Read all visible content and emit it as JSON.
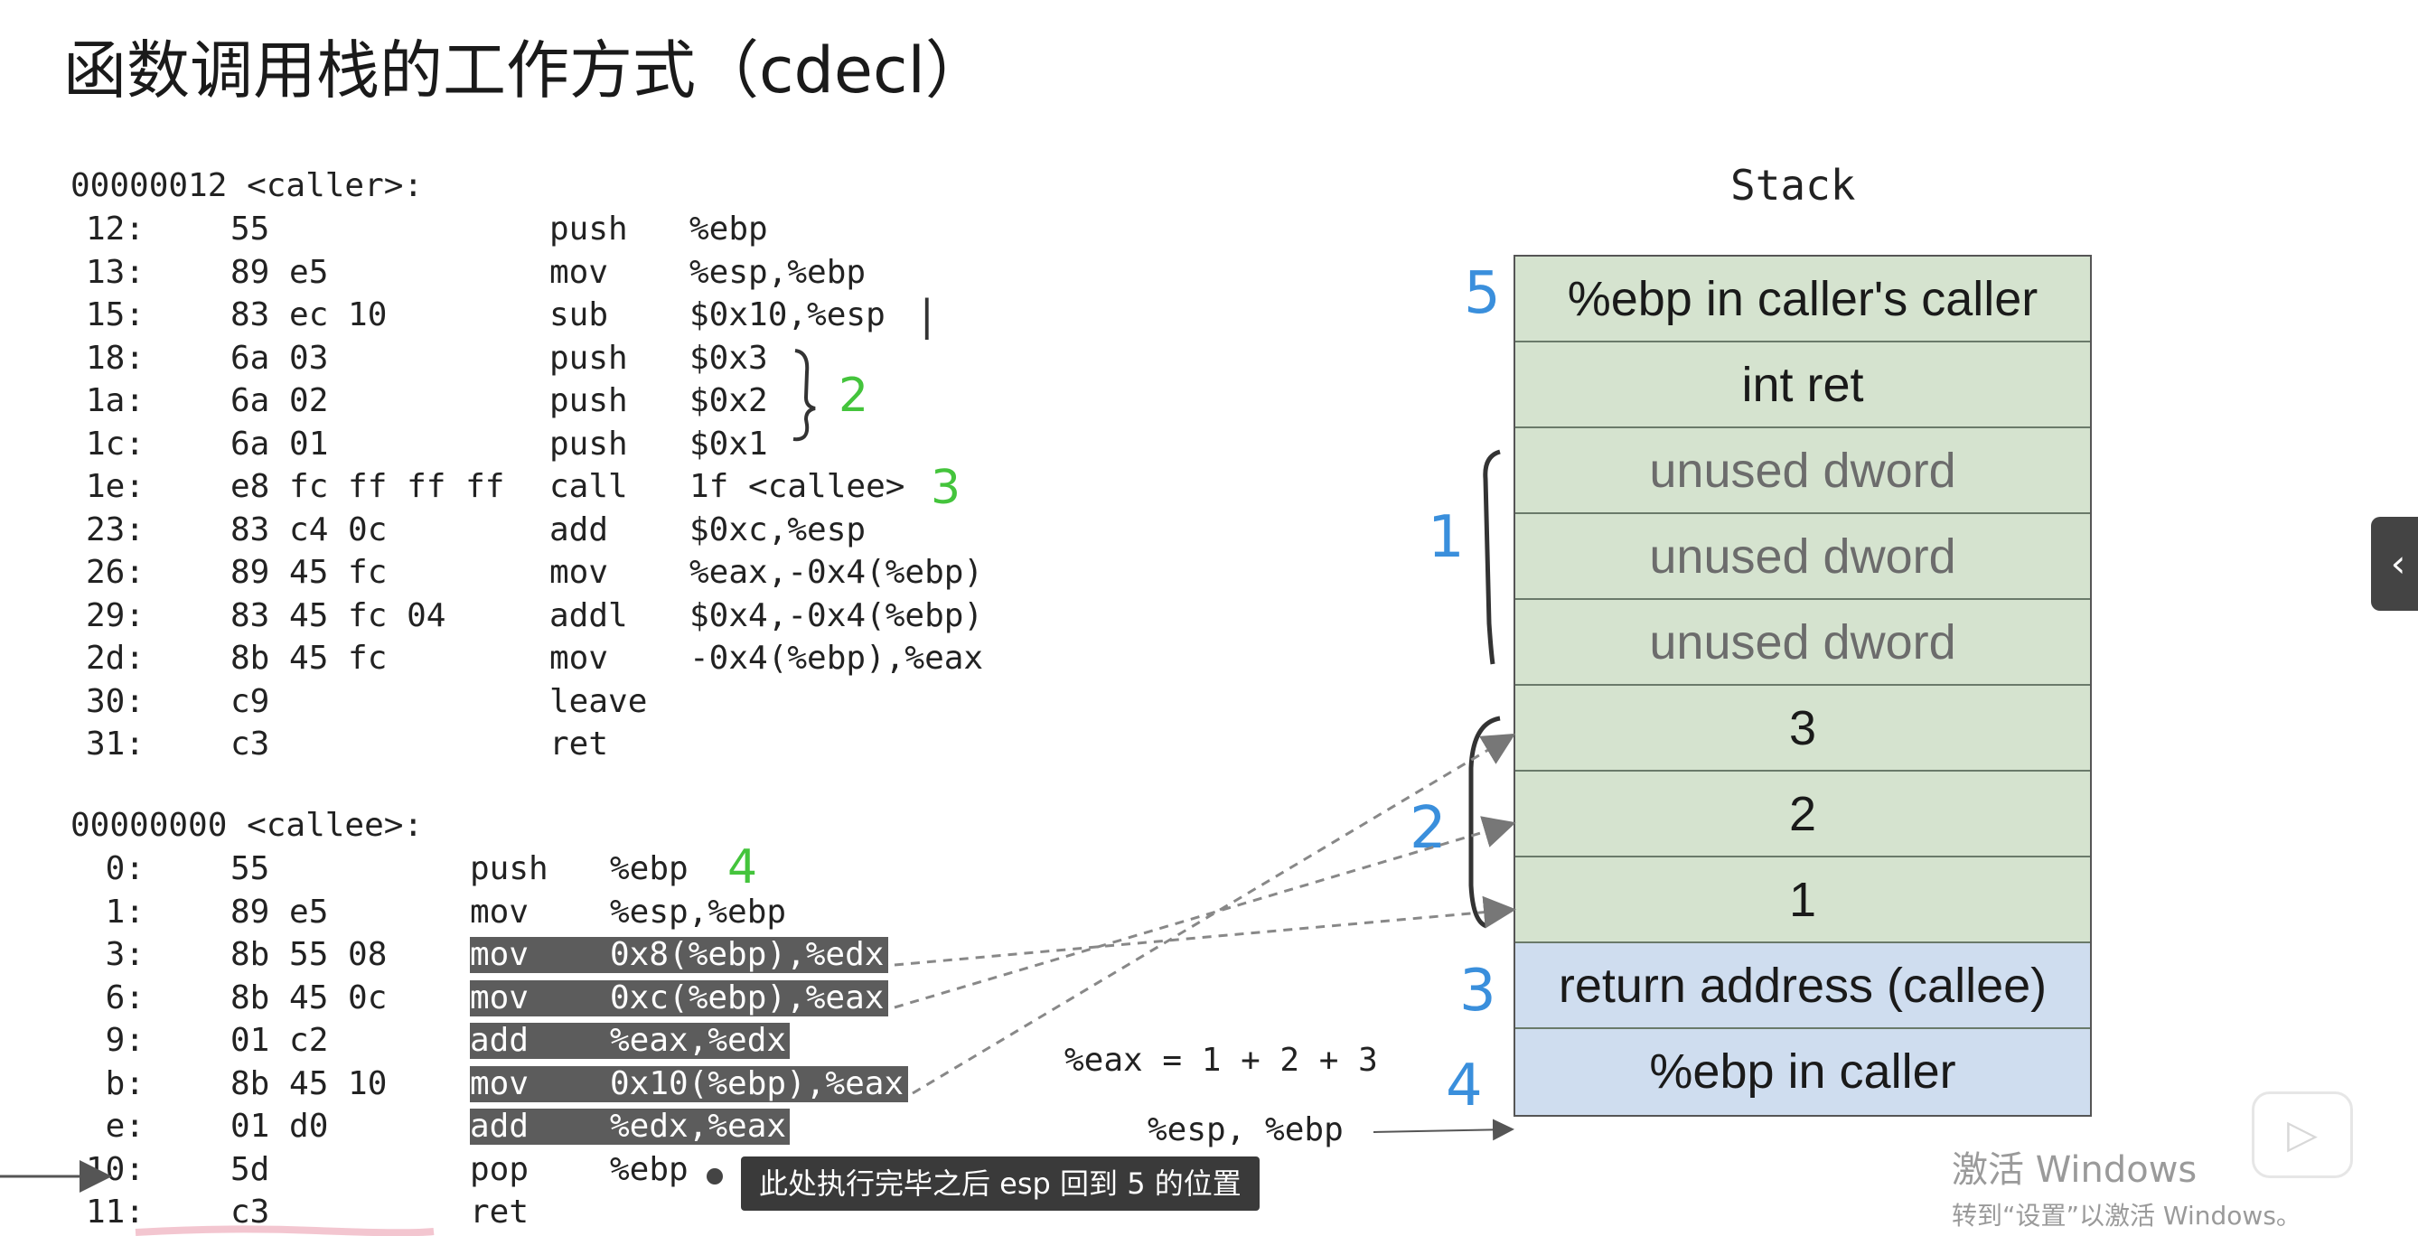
{
  "title": "函数调用栈的工作方式（cdecl）",
  "caller": {
    "label": "00000012 <caller>:",
    "rows": [
      {
        "addr": "12:",
        "bytes": "55",
        "op": "push",
        "args": "%ebp",
        "hl": false
      },
      {
        "addr": "13:",
        "bytes": "89 e5",
        "op": "mov",
        "args": "%esp,%ebp",
        "hl": false
      },
      {
        "addr": "15:",
        "bytes": "83 ec 10",
        "op": "sub",
        "args": "$0x10,%esp",
        "hl": false
      },
      {
        "addr": "18:",
        "bytes": "6a 03",
        "op": "push",
        "args": "$0x3",
        "hl": false
      },
      {
        "addr": "1a:",
        "bytes": "6a 02",
        "op": "push",
        "args": "$0x2",
        "hl": false
      },
      {
        "addr": "1c:",
        "bytes": "6a 01",
        "op": "push",
        "args": "$0x1",
        "hl": false
      },
      {
        "addr": "1e:",
        "bytes": "e8 fc ff ff ff",
        "op": "call",
        "args": "1f <callee>",
        "hl": false
      },
      {
        "addr": "23:",
        "bytes": "83 c4 0c",
        "op": "add",
        "args": "$0xc,%esp",
        "hl": false
      },
      {
        "addr": "26:",
        "bytes": "89 45 fc",
        "op": "mov",
        "args": "%eax,-0x4(%ebp)",
        "hl": false
      },
      {
        "addr": "29:",
        "bytes": "83 45 fc 04",
        "op": "addl",
        "args": "$0x4,-0x4(%ebp)",
        "hl": false
      },
      {
        "addr": "2d:",
        "bytes": "8b 45 fc",
        "op": "mov",
        "args": "-0x4(%ebp),%eax",
        "hl": false
      },
      {
        "addr": "30:",
        "bytes": "c9",
        "op": "leave",
        "args": "",
        "hl": false
      },
      {
        "addr": "31:",
        "bytes": "c3",
        "op": "ret",
        "args": "",
        "hl": false
      }
    ]
  },
  "callee": {
    "label": "00000000 <callee>:",
    "rows": [
      {
        "addr": "0:",
        "bytes": "55",
        "op": "push",
        "args": "%ebp",
        "hl": false
      },
      {
        "addr": "1:",
        "bytes": "89 e5",
        "op": "mov",
        "args": "%esp,%ebp",
        "hl": false
      },
      {
        "addr": "3:",
        "bytes": "8b 55 08",
        "op": "mov",
        "args": "0x8(%ebp),%edx",
        "hl": true
      },
      {
        "addr": "6:",
        "bytes": "8b 45 0c",
        "op": "mov",
        "args": "0xc(%ebp),%eax",
        "hl": true
      },
      {
        "addr": "9:",
        "bytes": "01 c2",
        "op": "add",
        "args": "%eax,%edx",
        "hl": true
      },
      {
        "addr": "b:",
        "bytes": "8b 45 10",
        "op": "mov",
        "args": "0x10(%ebp),%eax",
        "hl": true
      },
      {
        "addr": "e:",
        "bytes": "01 d0",
        "op": "add",
        "args": "%edx,%eax",
        "hl": true
      },
      {
        "addr": "10:",
        "bytes": "5d",
        "op": "pop",
        "args": "%ebp",
        "hl": false
      },
      {
        "addr": "11:",
        "bytes": "c3",
        "op": "ret",
        "args": "",
        "hl": false
      }
    ]
  },
  "stack": {
    "title": "Stack",
    "cells": [
      {
        "text": "%ebp in caller's caller",
        "color": "green",
        "muted": false
      },
      {
        "text": "int ret",
        "color": "green",
        "muted": false
      },
      {
        "text": "unused dword",
        "color": "green",
        "muted": true
      },
      {
        "text": "unused dword",
        "color": "green",
        "muted": true
      },
      {
        "text": "unused dword",
        "color": "green",
        "muted": true
      },
      {
        "text": "3",
        "color": "green",
        "muted": false
      },
      {
        "text": "2",
        "color": "green",
        "muted": false
      },
      {
        "text": "1",
        "color": "green",
        "muted": false
      },
      {
        "text": "return address (callee)",
        "color": "blue",
        "muted": false
      },
      {
        "text": "%ebp in caller",
        "color": "blue",
        "muted": false
      }
    ]
  },
  "annotations": {
    "eax_eq": "%eax = 1 + 2 + 3",
    "esp_ebp": "%esp, %ebp",
    "hand_5": "5",
    "hand_1": "1",
    "hand_2": "2",
    "hand_3": "3",
    "hand_4": "4",
    "green_2": "2",
    "green_3": "3",
    "green_4": "4",
    "mark_1": "|"
  },
  "subtitle": "此处执行完毕之后 esp 回到 5 的位置",
  "watermark": {
    "line1": "激活 Windows",
    "line2": "转到“设置”以激活 Windows。"
  },
  "ui": {
    "side_tab_icon": "chevron-left-icon",
    "play_icon": "play-icon",
    "side_tab_glyph": "‹",
    "play_glyph": "▷"
  },
  "colors": {
    "stack_green": "#d5e3cf",
    "stack_blue": "#cfddef",
    "highlight": "#5c5c5c",
    "hand_blue": "#3a8fdc",
    "hand_green": "#44c43c"
  }
}
